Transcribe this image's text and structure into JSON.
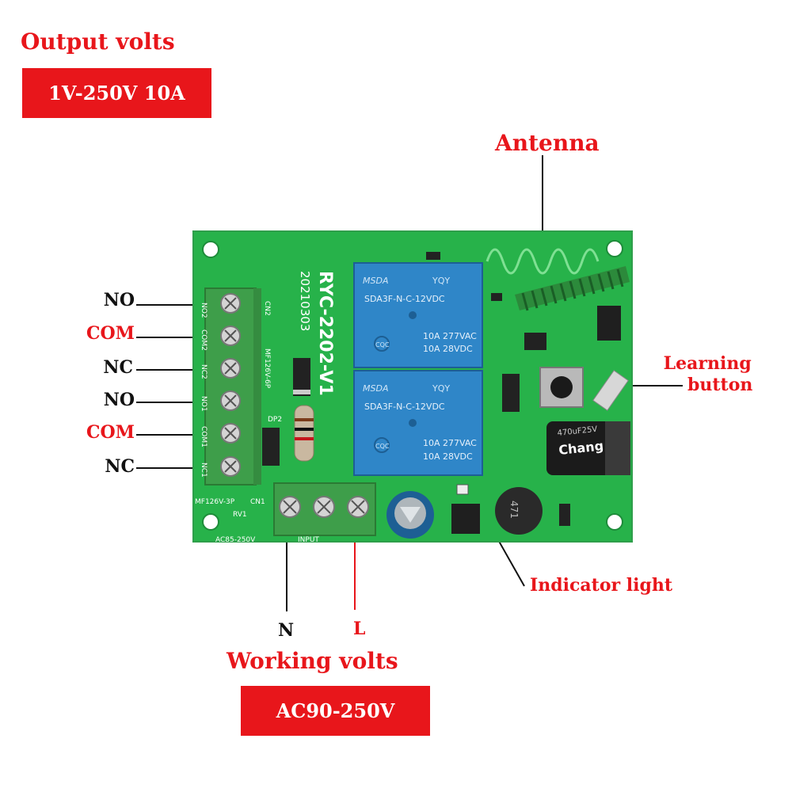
{
  "output": {
    "title": "Output volts",
    "value": "1V-250V 10A"
  },
  "working": {
    "title": "Working volts",
    "value": "AC90-250V"
  },
  "callouts": {
    "antenna": "Antenna",
    "learning_line1": "Learning",
    "learning_line2": "button",
    "indicator": "Indicator light"
  },
  "terminals_left": [
    {
      "label": "NO",
      "color": "#111111"
    },
    {
      "label": "COM",
      "color": "#e8161b"
    },
    {
      "label": "NC",
      "color": "#111111"
    },
    {
      "label": "NO",
      "color": "#111111"
    },
    {
      "label": "COM",
      "color": "#e8161b"
    },
    {
      "label": "NC",
      "color": "#111111"
    }
  ],
  "terminals_bottom": {
    "n": "N",
    "l": "L"
  },
  "board": {
    "model": "RYC-2202-V1",
    "date": "20210303",
    "relay_brand": "MSDA",
    "relay_maker": "YQY",
    "relay_part": "SDA3F-N-C-12VDC",
    "relay_rating_ac": "10A 277VAC",
    "relay_rating_dc": "10A 28VDC",
    "relay_cert": "CQC",
    "cap_brand": "Chang",
    "cap_value": "470uF25V",
    "inductor": "471",
    "silk_terminal": "MF126V-6P",
    "silk_terminal_bottom": "MF126V-3P",
    "silk_ac": "AC85-250V",
    "silk_input": "INPUT",
    "silk_cn1": "CN1",
    "silk_cn2": "CN2",
    "silk_rv1": "RV1",
    "silk_dp2": "DP2",
    "silk_pins": [
      "NO2",
      "COM2",
      "NC2",
      "NO1",
      "COM1",
      "NC1"
    ]
  },
  "colors": {
    "accent": "#e8161b",
    "pcb": "#27b24a",
    "relay": "#2f86c8",
    "terminal": "#3e9e4a"
  }
}
